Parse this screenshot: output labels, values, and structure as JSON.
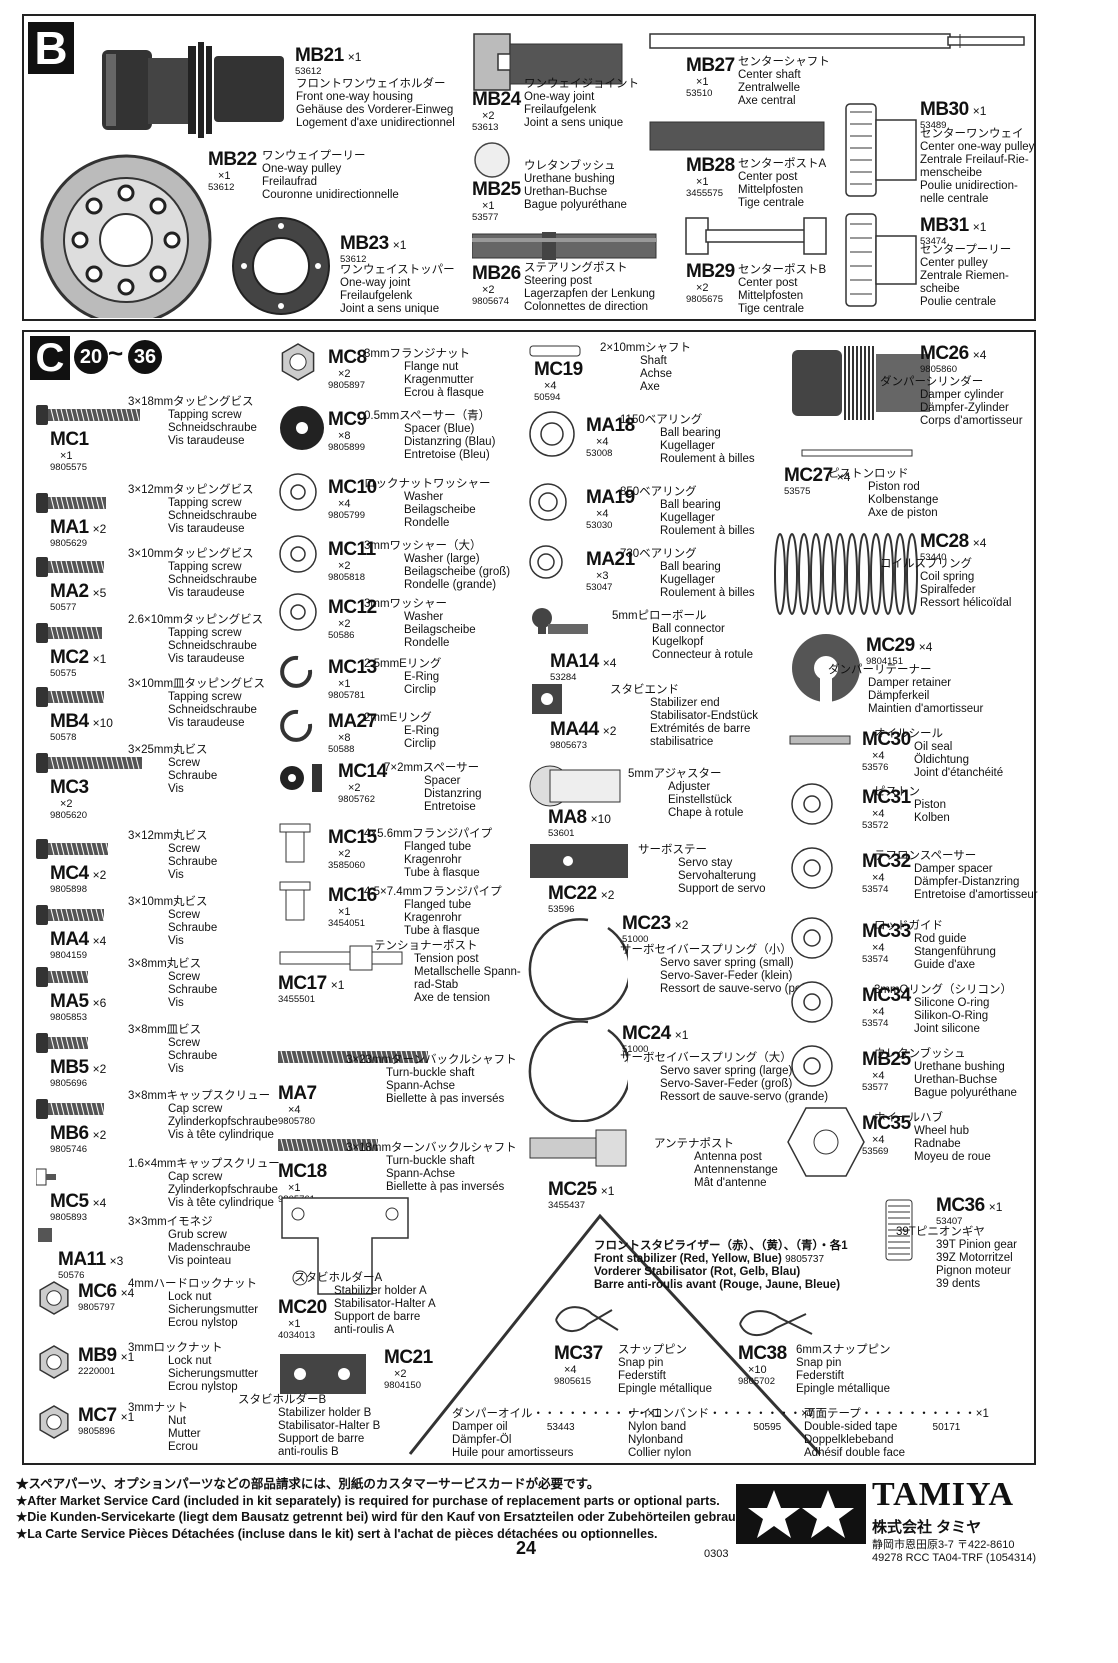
{
  "section_b": {
    "letter": "B",
    "parts": [
      {
        "code": "MB21",
        "qty": "×1",
        "pno": "53612",
        "lines": [
          "フロントワンウェイホルダー",
          "Front one-way housing",
          "Gehäuse des Vorderer-Einweg",
          "Logement d'axe unidirectionnel"
        ]
      },
      {
        "code": "MB22",
        "qty": "×1",
        "pno": "53612",
        "lines": [
          "ワンウェイプーリー",
          "One-way pulley",
          "Freilaufrad",
          "Couronne unidirectionnelle"
        ]
      },
      {
        "code": "MB23",
        "qty": "×1",
        "pno": "53612",
        "lines": [
          "ワンウェイストッパー",
          "One-way joint",
          "Freilaufgelenk",
          "Joint a sens unique"
        ]
      },
      {
        "code": "MB24",
        "qty": "×2",
        "pno": "53613",
        "lines": [
          "ワンウェイジョイント",
          "One-way joint",
          "Freilaufgelenk",
          "Joint a sens unique"
        ]
      },
      {
        "code": "MB25",
        "qty": "×1",
        "pno": "53577",
        "lines": [
          "ウレタンブッシュ",
          "Urethane bushing",
          "Urethan-Buchse",
          "Bague polyuréthane"
        ]
      },
      {
        "code": "MB26",
        "qty": "×2",
        "pno": "9805674",
        "lines": [
          "ステアリングポスト",
          "Steering post",
          "Lagerzapfen der Lenkung",
          "Colonnettes de direction"
        ]
      },
      {
        "code": "MB27",
        "qty": "×1",
        "pno": "53510",
        "lines": [
          "センターシャフト",
          "Center shaft",
          "Zentralwelle",
          "Axe central"
        ]
      },
      {
        "code": "MB28",
        "qty": "×1",
        "pno": "3455575",
        "lines": [
          "センターポストA",
          "Center post",
          "Mittelpfosten",
          "Tige centrale"
        ]
      },
      {
        "code": "MB29",
        "qty": "×2",
        "pno": "9805675",
        "lines": [
          "センターポストB",
          "Center post",
          "Mittelpfosten",
          "Tige centrale"
        ]
      },
      {
        "code": "MB30",
        "qty": "×1",
        "pno": "53489",
        "lines": [
          "センターワンウェイ",
          "Center one-way pulley",
          "Zentrale Freilauf-Rie-",
          "menscheibe",
          "Poulie unidirection-",
          "nelle centrale"
        ]
      },
      {
        "code": "MB31",
        "qty": "×1",
        "pno": "53474",
        "lines": [
          "センタープーリー",
          "Center pulley",
          "Zentrale Riemen-",
          "scheibe",
          "Poulie centrale"
        ]
      }
    ]
  },
  "section_c": {
    "letter": "C",
    "steps_from": "20",
    "steps_sep": "~",
    "steps_to": "36",
    "col1": [
      {
        "code": "MC1",
        "qty": "×1",
        "pno": "9805575",
        "lines": [
          "3×18mmタッピングビス",
          "Tapping screw",
          "Schneidschraube",
          "Vis taraudeuse"
        ]
      },
      {
        "code": "MA1",
        "qty": "×2",
        "pno": "9805629",
        "lines": [
          "3×12mmタッピングビス",
          "Tapping screw",
          "Schneidschraube",
          "Vis taraudeuse"
        ]
      },
      {
        "code": "MA2",
        "qty": "×5",
        "pno": "50577",
        "lines": [
          "3×10mmタッピングビス",
          "Tapping screw",
          "Schneidschraube",
          "Vis taraudeuse"
        ]
      },
      {
        "code": "MC2",
        "qty": "×1",
        "pno": "50575",
        "lines": [
          "2.6×10mmタッピングビス",
          "Tapping screw",
          "Schneidschraube",
          "Vis taraudeuse"
        ]
      },
      {
        "code": "MB4",
        "qty": "×10",
        "pno": "50578",
        "lines": [
          "3×10mm皿タッピングビス",
          "Tapping screw",
          "Schneidschraube",
          "Vis taraudeuse"
        ]
      },
      {
        "code": "MC3",
        "qty": "×2",
        "pno": "9805620",
        "lines": [
          "3×25mm丸ビス",
          "Screw",
          "Schraube",
          "Vis"
        ]
      },
      {
        "code": "MC4",
        "qty": "×2",
        "pno": "9805898",
        "lines": [
          "3×12mm丸ビス",
          "Screw",
          "Schraube",
          "Vis"
        ]
      },
      {
        "code": "MA4",
        "qty": "×4",
        "pno": "9804159",
        "lines": [
          "3×10mm丸ビス",
          "Screw",
          "Schraube",
          "Vis"
        ]
      },
      {
        "code": "MA5",
        "qty": "×6",
        "pno": "9805853",
        "lines": [
          "3×8mm丸ビス",
          "Screw",
          "Schraube",
          "Vis"
        ]
      },
      {
        "code": "MB5",
        "qty": "×2",
        "pno": "9805696",
        "lines": [
          "3×8mm皿ビス",
          "Screw",
          "Schraube",
          "Vis"
        ]
      },
      {
        "code": "MB6",
        "qty": "×2",
        "pno": "9805746",
        "lines": [
          "3×8mmキャップスクリュー",
          "Cap screw",
          "Zylinderkopfschraube",
          "Vis à tête cylindrique"
        ]
      },
      {
        "code": "MC5",
        "qty": "×4",
        "pno": "9805893",
        "lines": [
          "1.6×4mmキャップスクリュー",
          "Cap screw",
          "Zylinderkopfschraube",
          "Vis à tête cylindrique"
        ]
      },
      {
        "code": "MA11",
        "qty": "×3",
        "pno": "50576",
        "lines": [
          "3×3mmイモネジ",
          "Grub screw",
          "Madenschraube",
          "Vis pointeau"
        ]
      },
      {
        "code": "MC6",
        "qty": "×4",
        "pno": "9805797",
        "lines": [
          "4mmハードロックナット",
          "Lock nut",
          "Sicherungsmutter",
          "Ecrou nylstop"
        ]
      },
      {
        "code": "MB9",
        "qty": "×1",
        "pno": "2220001",
        "lines": [
          "3mmロックナット",
          "Lock nut",
          "Sicherungsmutter",
          "Ecrou nylstop"
        ]
      },
      {
        "code": "MC7",
        "qty": "×1",
        "pno": "9805896",
        "lines": [
          "3mmナット",
          "Nut",
          "Mutter",
          "Ecrou"
        ]
      }
    ],
    "col2": [
      {
        "code": "MC8",
        "qty": "×2",
        "pno": "9805897",
        "lines": [
          "3mmフランジナット",
          "Flange nut",
          "Kragenmutter",
          "Ecrou à flasque"
        ]
      },
      {
        "code": "MC9",
        "qty": "×8",
        "pno": "9805899",
        "lines": [
          "0.5mmスペーサー（青）",
          "Spacer (Blue)",
          "Distanzring (Blau)",
          "Entretoise (Bleu)"
        ]
      },
      {
        "code": "MC10",
        "qty": "×4",
        "pno": "9805799",
        "lines": [
          "ロックナットワッシャー",
          "Washer",
          "Beilagscheibe",
          "Rondelle"
        ]
      },
      {
        "code": "MC11",
        "qty": "×2",
        "pno": "9805818",
        "lines": [
          "3mmワッシャー（大）",
          "Washer (large)",
          "Beilagscheibe (groß)",
          "Rondelle (grande)"
        ]
      },
      {
        "code": "MC12",
        "qty": "×2",
        "pno": "50586",
        "lines": [
          "3mmワッシャー",
          "Washer",
          "Beilagscheibe",
          "Rondelle"
        ]
      },
      {
        "code": "MC13",
        "qty": "×1",
        "pno": "9805781",
        "lines": [
          "2.5mmEリング",
          "E-Ring",
          "Circlip"
        ]
      },
      {
        "code": "MA27",
        "qty": "×8",
        "pno": "50588",
        "lines": [
          "2mmEリング",
          "E-Ring",
          "Circlip"
        ]
      },
      {
        "code": "MC14",
        "qty": "×2",
        "pno": "9805762",
        "lines": [
          "7×2mmスペーサー",
          "Spacer",
          "Distanzring",
          "Entretoise"
        ]
      },
      {
        "code": "MC15",
        "qty": "×2",
        "pno": "3585060",
        "lines": [
          "4×5.6mmフランジパイプ",
          "Flanged tube",
          "Kragenrohr",
          "Tube à flasque"
        ]
      },
      {
        "code": "MC16",
        "qty": "×1",
        "pno": "3454051",
        "lines": [
          "4.5×7.4mmフランジパイプ",
          "Flanged tube",
          "Kragenrohr",
          "Tube à flasque"
        ]
      },
      {
        "code": "MC17",
        "qty": "×1",
        "pno": "3455501",
        "lines": [
          "テンショナーポスト",
          "Tension post",
          "Metallschelle Spann-",
          "rad-Stab",
          "Axe de tension"
        ]
      },
      {
        "code": "MA7",
        "qty": "×4",
        "pno": "9805780",
        "lines": [
          "3×23mmターンバックルシャフト",
          "Turn-buckle shaft",
          "Spann-Achse",
          "Biellette à pas inversés"
        ]
      },
      {
        "code": "MC18",
        "qty": "×1",
        "pno": "9805761",
        "lines": [
          "3×18mmターンバックルシャフト",
          "Turn-buckle shaft",
          "Spann-Achse",
          "Biellette à pas inversés"
        ]
      },
      {
        "code": "MC20",
        "qty": "×1",
        "pno": "4034013",
        "lines": [
          "スタビホルダーA",
          "Stabilizer holder A",
          "Stabilisator-Halter A",
          "Support de barre",
          "anti-roulis A"
        ]
      },
      {
        "code": "MC21",
        "qty": "×2",
        "pno": "9804150",
        "lines": [
          "スタビホルダーB",
          "Stabilizer holder B",
          "Stabilisator-Halter B",
          "Support de barre",
          "anti-roulis B"
        ]
      }
    ],
    "col3": [
      {
        "code": "MC19",
        "qty": "×4",
        "pno": "50594",
        "lines": [
          "2×10mmシャフト",
          "Shaft",
          "Achse",
          "Axe"
        ]
      },
      {
        "code": "MA18",
        "qty": "×4",
        "pno": "53008",
        "lines": [
          "1150ベアリング",
          "Ball bearing",
          "Kugellager",
          "Roulement à billes"
        ]
      },
      {
        "code": "MA19",
        "qty": "×4",
        "pno": "53030",
        "lines": [
          "850ベアリング",
          "Ball bearing",
          "Kugellager",
          "Roulement à billes"
        ]
      },
      {
        "code": "MA21",
        "qty": "×3",
        "pno": "53047",
        "lines": [
          "730ベアリング",
          "Ball bearing",
          "Kugellager",
          "Roulement à billes"
        ]
      },
      {
        "code": "MA14",
        "qty": "×4",
        "pno": "53284",
        "lines": [
          "5mmピローボール",
          "Ball connector",
          "Kugelkopf",
          "Connecteur à rotule"
        ]
      },
      {
        "code": "MA44",
        "qty": "×2",
        "pno": "9805673",
        "lines": [
          "スタビエンド",
          "Stabilizer end",
          "Stabilisator-Endstück",
          "Extrémités de barre",
          "stabilisatrice"
        ]
      },
      {
        "code": "MA8",
        "qty": "×10",
        "pno": "53601",
        "lines": [
          "5mmアジャスター",
          "Adjuster",
          "Einstellstück",
          "Chape à rotule"
        ]
      },
      {
        "code": "MC22",
        "qty": "×2",
        "pno": "53596",
        "lines": [
          "サーボステー",
          "Servo stay",
          "Servohalterung",
          "Support de servo"
        ]
      },
      {
        "code": "MC23",
        "qty": "×2",
        "pno": "51000",
        "lines": [
          "サーボセイバースプリング（小）",
          "Servo saver spring (small)",
          "Servo-Saver-Feder (klein)",
          "Ressort de sauve-servo (petite)"
        ]
      },
      {
        "code": "MC24",
        "qty": "×1",
        "pno": "51000",
        "lines": [
          "サーボセイバースプリング（大）",
          "Servo saver spring (large)",
          "Servo-Saver-Feder (groß)",
          "Ressort de sauve-servo (grande)"
        ]
      },
      {
        "code": "MC25",
        "qty": "×1",
        "pno": "3455437",
        "lines": [
          "アンテナポスト",
          "Antenna post",
          "Antennenstange",
          "Mât d'antenne"
        ]
      }
    ],
    "col4": [
      {
        "code": "MC26",
        "qty": "×4",
        "pno": "9805860",
        "lines": [
          "ダンパーシリンダー",
          "Damper cylinder",
          "Dämpfer-Zylinder",
          "Corps d'amortisseur"
        ]
      },
      {
        "code": "MC27",
        "qty": "×4",
        "pno": "53575",
        "lines": [
          "ピストンロッド",
          "Piston rod",
          "Kolbenstange",
          "Axe de piston"
        ]
      },
      {
        "code": "MC28",
        "qty": "×4",
        "pno": "53440",
        "lines": [
          "コイルスプリング",
          "Coil spring",
          "Spiralfeder",
          "Ressort hélicoïdal"
        ]
      },
      {
        "code": "MC29",
        "qty": "×4",
        "pno": "9804151",
        "lines": [
          "ダンパーリテーナー",
          "Damper retainer",
          "Dämpferkeil",
          "Maintien d'amortisseur"
        ]
      },
      {
        "code": "MC30",
        "qty": "×4",
        "pno": "53576",
        "lines": [
          "オイルシール",
          "Oil seal",
          "Öldichtung",
          "Joint d'étanchéité"
        ]
      },
      {
        "code": "MC31",
        "qty": "×4",
        "pno": "53572",
        "lines": [
          "ピストン",
          "Piston",
          "Kolben"
        ]
      },
      {
        "code": "MC32",
        "qty": "×4",
        "pno": "53574",
        "lines": [
          "テフロンスペーサー",
          "Damper spacer",
          "Dämpfer-Distanzring",
          "Entretoise d'amortisseur"
        ]
      },
      {
        "code": "MC33",
        "qty": "×4",
        "pno": "53574",
        "lines": [
          "ロッドガイド",
          "Rod guide",
          "Stangenführung",
          "Guide d'axe"
        ]
      },
      {
        "code": "MC34",
        "qty": "×4",
        "pno": "53574",
        "lines": [
          "3mmOリング（シリコン）",
          "Silicone O-ring",
          "Silikon-O-Ring",
          "Joint silicone"
        ]
      },
      {
        "code": "MB25",
        "qty": "×4",
        "pno": "53577",
        "lines": [
          "ウレタンブッシュ",
          "Urethane bushing",
          "Urethan-Buchse",
          "Bague polyuréthane"
        ]
      },
      {
        "code": "MC35",
        "qty": "×4",
        "pno": "53569",
        "lines": [
          "ホイールハブ",
          "Wheel hub",
          "Radnabe",
          "Moyeu de roue"
        ]
      },
      {
        "code": "MC36",
        "qty": "×1",
        "pno": "53407",
        "lines": [
          "39Tピニオンギヤ",
          "39T Pinion gear",
          "39Z Motorritzel",
          "Pignon moteur",
          "39 dents"
        ]
      }
    ],
    "stabilizer": {
      "lines": [
        "フロントスタビライザー（赤）、（黄）、（青）・各1",
        "Front stabilizer (Red, Yellow, Blue)",
        "Vorderer Stabilisator (Rot, Gelb, Blau)",
        "Barre anti-roulis avant (Rouge, Jaune, Bleue)"
      ],
      "pno": "9805737"
    },
    "snap": [
      {
        "code": "MC37",
        "qty": "×4",
        "pno": "9805615",
        "lines": [
          "スナップピン",
          "Snap pin",
          "Federstift",
          "Epingle métallique"
        ]
      },
      {
        "code": "MC38",
        "qty": "×10",
        "pno": "9805702",
        "lines": [
          "6mmスナップピン",
          "Snap pin",
          "Federstift",
          "Epingle métallique"
        ]
      }
    ],
    "misc": [
      {
        "head": "ダンパーオイル・・・・・・・・・・×1",
        "pno": "53443",
        "lines": [
          "Damper oil",
          "Dämpfer-Öl",
          "Huile pour amortisseurs"
        ]
      },
      {
        "head": "ナイロンバンド・・・・・・・・×7",
        "pno": "50595",
        "lines": [
          "Nylon band",
          "Nylonband",
          "Collier nylon"
        ]
      },
      {
        "head": "両面テープ・・・・・・・・・・×1",
        "pno": "50171",
        "lines": [
          "Double-sided tape",
          "Doppelklebeband",
          "Adhésif double face"
        ]
      }
    ]
  },
  "footer": {
    "notes": [
      "★スペアパーツ、オプションパーツなどの部品請求には、別紙のカスタマーサービスカードが必要です。",
      "★After Market Service Card (included in kit separately) is required for purchase of replacement parts or optional parts.",
      "★Die Kunden-Servicekarte (liegt dem Bausatz getrennt bei) wird für den Kauf von Ersatzteilen oder Zubehörteilen gebraucht.",
      "★La Carte Service Pièces Détachées (incluse dans le kit) sert à l'achat de pièces détachées ou optionnelles."
    ],
    "code": "0303",
    "page": "24",
    "brand": "TAMIYA",
    "company": "株式会社 タミヤ",
    "address": "静岡市恩田原3-7 〒422-8610",
    "kit": "49278 RCC TA04-TRF (1054314)"
  }
}
